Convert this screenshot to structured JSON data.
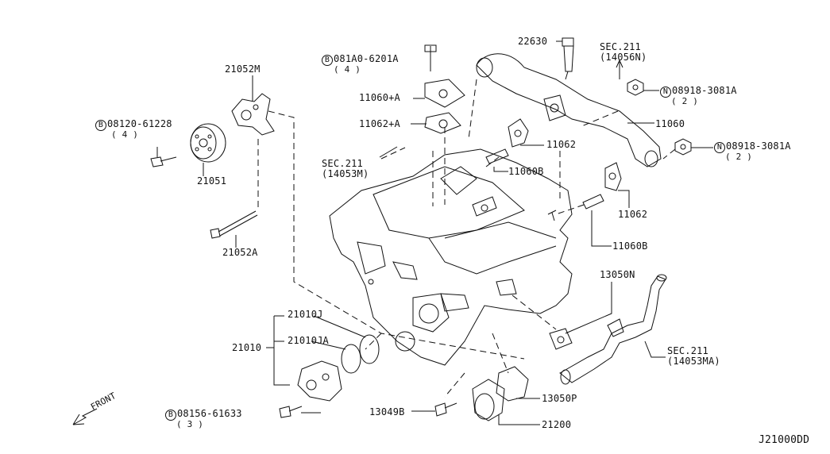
{
  "diagram_code": "J21000DD",
  "front_label": "FRONT",
  "parts": {
    "p21052M": "21052M",
    "p21051": "21051",
    "p21052A": "21052A",
    "p08120": {
      "prefix": "B",
      "number": "08120-61228",
      "qty": "( 4 )"
    },
    "p081A0": {
      "prefix": "B",
      "number": "081A0-6201A",
      "qty": "( 4 )"
    },
    "p11060A": "11060+A",
    "p11062A": "11062+A",
    "sec211_14053M": {
      "sec": "SEC.211",
      "ref": "(14053M)"
    },
    "p22630": "22630",
    "sec211_14056N": {
      "sec": "SEC.211",
      "ref": "(14056N)"
    },
    "p08918a": {
      "prefix": "N",
      "number": "08918-3081A",
      "qty": "( 2 )"
    },
    "p08918b": {
      "prefix": "N",
      "number": "08918-3081A",
      "qty": "( 2 )"
    },
    "p11060": "11060",
    "p11062_top": "11062",
    "p11060B_top": "11060B",
    "p11062_right": "11062",
    "p11060B_right": "11060B",
    "p13050N": "13050N",
    "sec211_14053MA": {
      "sec": "SEC.211",
      "ref": "(14053MA)"
    },
    "p21010J": "21010J",
    "p21010JA": "21010JA",
    "p21010": "21010",
    "p08156": {
      "prefix": "B",
      "number": "08156-61633",
      "qty": "( 3 )"
    },
    "p13049B": "13049B",
    "p13050P": "13050P",
    "p21200": "21200"
  }
}
